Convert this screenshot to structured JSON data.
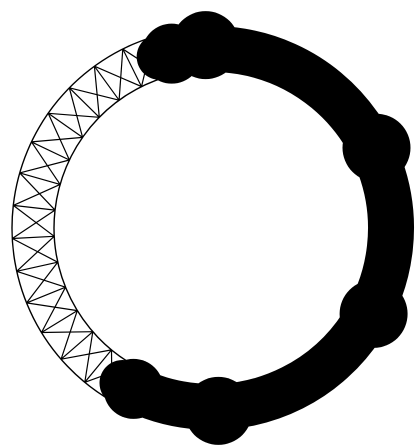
{
  "diagram": {
    "shape": "ring",
    "segments": [
      {
        "name": "mesh-arc",
        "style": "triangulated wireframe",
        "color": "#000000"
      },
      {
        "name": "solid-arc",
        "style": "thick filled band",
        "color": "#000000"
      }
    ],
    "joints": 6,
    "background": "#ffffff"
  }
}
